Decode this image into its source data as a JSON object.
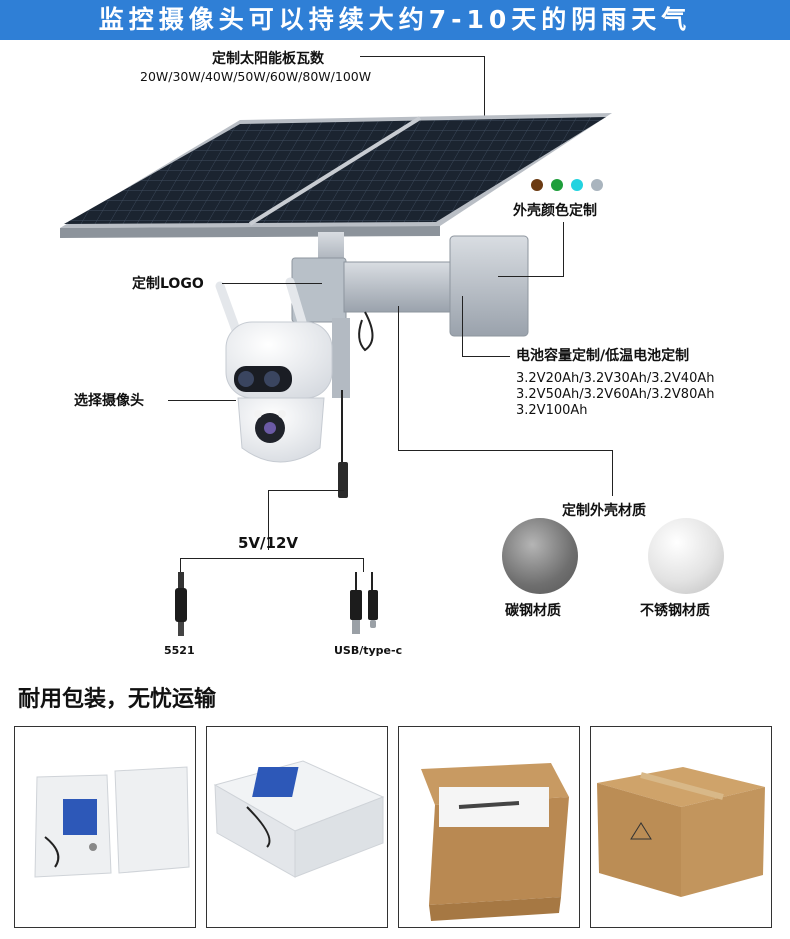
{
  "banner": {
    "title": "监控摄像头可以持续大约7-10天的阴雨天气"
  },
  "solar_panel": {
    "label": "定制太阳能板瓦数",
    "options": "20W/30W/40W/50W/60W/80W/100W"
  },
  "housing_color": {
    "label": "外壳颜色定制",
    "colors": [
      "#6b3a12",
      "#1e9e3a",
      "#22d3e0",
      "#a9b4be"
    ]
  },
  "logo": {
    "label": "定制LOGO"
  },
  "camera": {
    "label": "选择摄像头"
  },
  "battery": {
    "label": "电池容量定制/低温电池定制",
    "specs": [
      "3.2V20Ah/3.2V30Ah/3.2V40Ah",
      "3.2V50Ah/3.2V60Ah/3.2V80Ah",
      "3.2V100Ah"
    ]
  },
  "shell_material": {
    "label": "定制外壳材质",
    "options": [
      "碳钢材质",
      "不锈钢材质"
    ]
  },
  "power": {
    "voltage": "5V/12V",
    "connectors": [
      "5521",
      "USB/type-c"
    ]
  },
  "packaging": {
    "title": "耐用包装，无忧运输"
  },
  "colors": {
    "banner": "#2f7fd6",
    "panel": "#1b2430"
  }
}
